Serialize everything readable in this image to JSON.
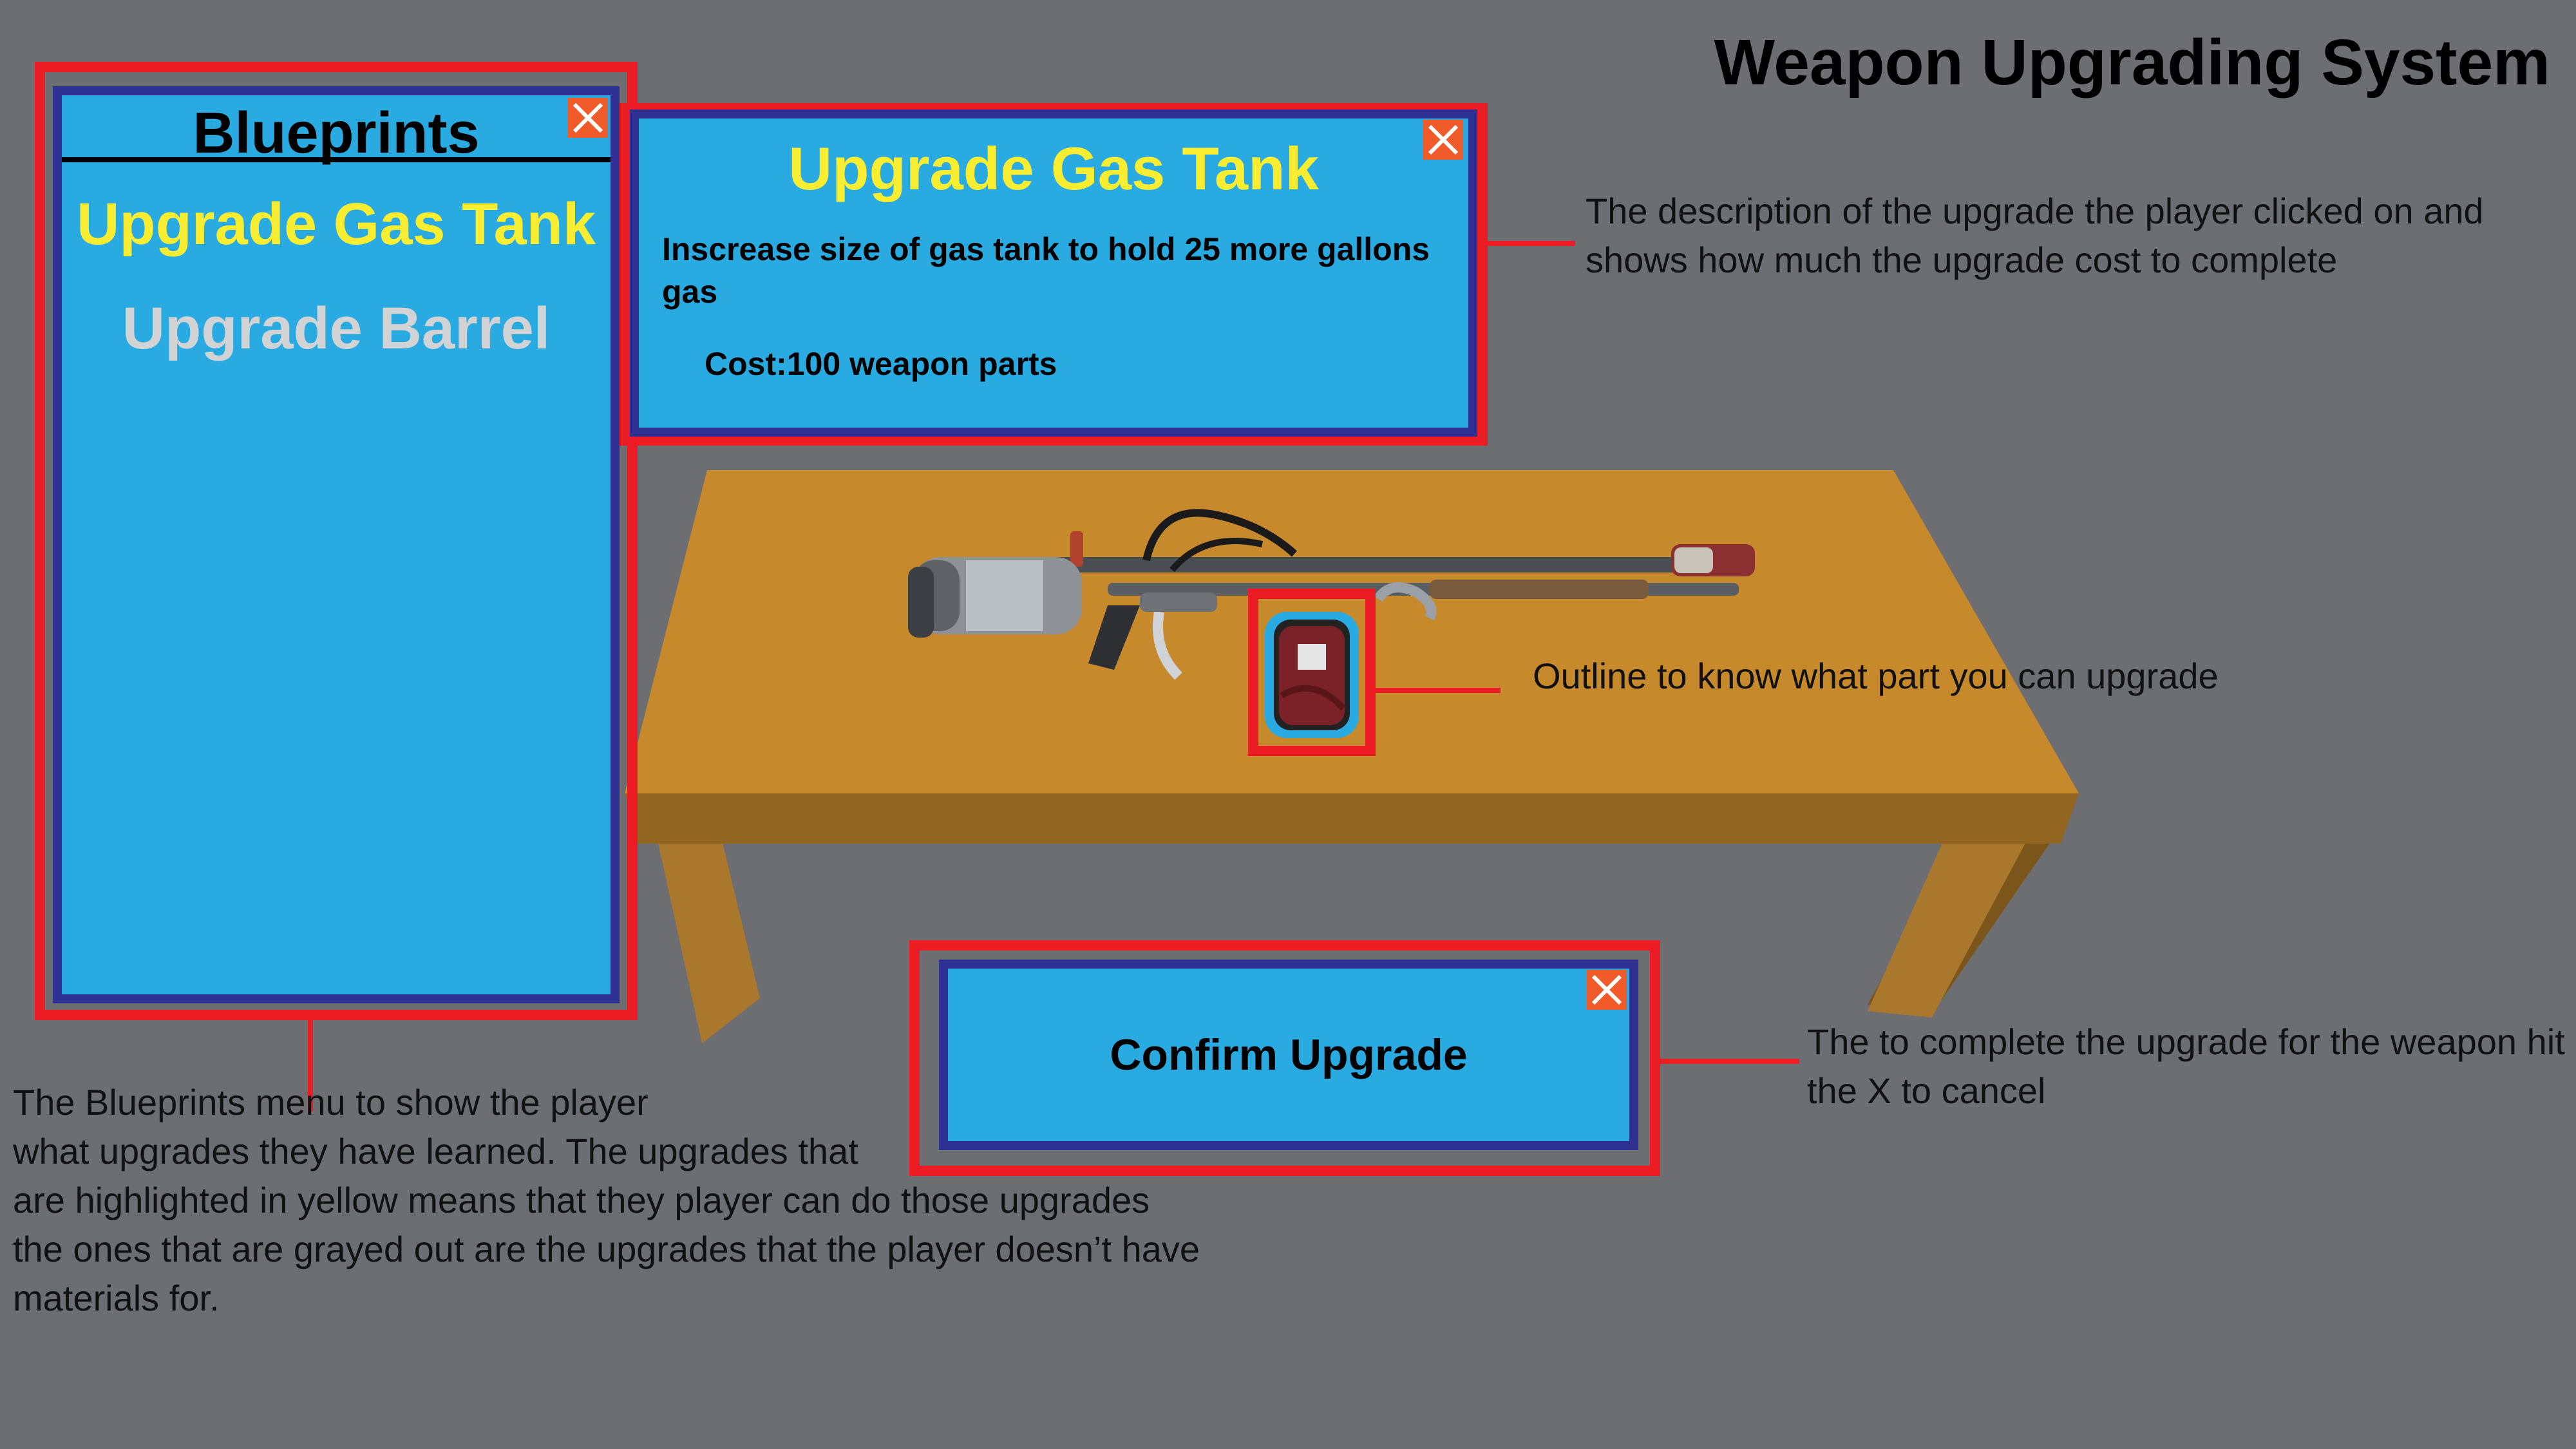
{
  "title": "Weapon Upgrading System",
  "blueprints": {
    "heading": "Blueprints",
    "items": [
      {
        "label": "Upgrade Gas Tank",
        "state": "available",
        "color": "#f9ed32"
      },
      {
        "label": "Upgrade Barrel",
        "state": "unavailable",
        "color": "#d1d3d4"
      }
    ]
  },
  "description_panel": {
    "title": "Upgrade Gas Tank",
    "title_color": "#f9ed32",
    "text": "Inscrease size of gas tank to hold 25 more gallons gas",
    "cost": "Cost:100 weapon parts"
  },
  "confirm_panel": {
    "label": "Confirm Upgrade"
  },
  "annotations": {
    "description": "The description of the upgrade the player clicked on and shows how much the upgrade cost to complete",
    "outline": "Outline to know what part you can upgrade",
    "confirm": "The to complete the upgrade for the weapon hit the X to cancel",
    "blueprints": [
      "The Blueprints menu to show the player",
      "what upgrades they have learned. The upgrades that",
      "are highlighted in yellow means that they player can do those upgrades",
      "the ones that are grayed out are the upgrades that the player doesn’t have",
      "materials for."
    ]
  },
  "colors": {
    "background": "#6d6e71",
    "panel_fill": "#29abe2",
    "panel_border": "#2e3192",
    "outline_red": "#ec1c24",
    "close_button": "#f15a29",
    "table_top": "#c68a2c",
    "table_side": "#8f6420",
    "available_text": "#f9ed32",
    "unavailable_text": "#d1d3d4"
  },
  "icons": [
    "close-x-icon",
    "flamethrower-weapon",
    "gas-tank-part"
  ]
}
